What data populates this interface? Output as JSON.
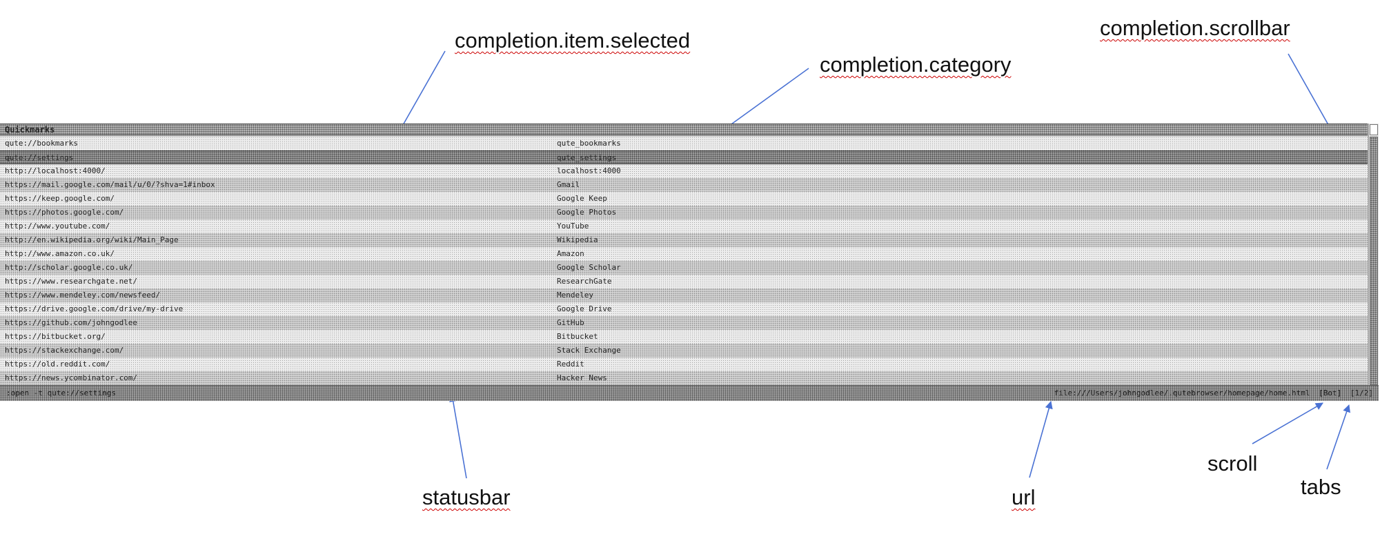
{
  "annotations": {
    "completion_item_selected": "completion.item.selected",
    "completion_category": "completion.category",
    "completion_scrollbar": "completion.scrollbar",
    "statusbar": "statusbar",
    "url": "url",
    "scroll": "scroll",
    "tabs": "tabs",
    "arrow_color": "#4a72d4"
  },
  "completion": {
    "category_title": "Quickmarks",
    "items": [
      {
        "url": "qute://bookmarks",
        "desc": "qute_bookmarks",
        "selected": false
      },
      {
        "url": "qute://settings",
        "desc": "qute_settings",
        "selected": true
      },
      {
        "url": "http://localhost:4000/",
        "desc": "localhost:4000",
        "selected": false
      },
      {
        "url": "https://mail.google.com/mail/u/0/?shva=1#inbox",
        "desc": "Gmail",
        "selected": false
      },
      {
        "url": "https://keep.google.com/",
        "desc": "Google Keep",
        "selected": false
      },
      {
        "url": "https://photos.google.com/",
        "desc": "Google Photos",
        "selected": false
      },
      {
        "url": "http://www.youtube.com/",
        "desc": "YouTube",
        "selected": false
      },
      {
        "url": "http://en.wikipedia.org/wiki/Main_Page",
        "desc": "Wikipedia",
        "selected": false
      },
      {
        "url": "http://www.amazon.co.uk/",
        "desc": "Amazon",
        "selected": false
      },
      {
        "url": "http://scholar.google.co.uk/",
        "desc": "Google Scholar",
        "selected": false
      },
      {
        "url": "https://www.researchgate.net/",
        "desc": "ResearchGate",
        "selected": false
      },
      {
        "url": "https://www.mendeley.com/newsfeed/",
        "desc": "Mendeley",
        "selected": false
      },
      {
        "url": "https://drive.google.com/drive/my-drive",
        "desc": "Google Drive",
        "selected": false
      },
      {
        "url": "https://github.com/johngodlee",
        "desc": "GitHub",
        "selected": false
      },
      {
        "url": "https://bitbucket.org/",
        "desc": "Bitbucket",
        "selected": false
      },
      {
        "url": "https://stackexchange.com/",
        "desc": "Stack Exchange",
        "selected": false
      },
      {
        "url": "https://old.reddit.com/",
        "desc": "Reddit",
        "selected": false
      },
      {
        "url": "https://news.ycombinator.com/",
        "desc": "Hacker News",
        "selected": false
      }
    ]
  },
  "statusbar": {
    "command": ":open -t qute://settings",
    "url": "file:///Users/johngodlee/.qutebrowser/homepage/home.html",
    "scroll": "[Bot]",
    "tabs": "[1/2]"
  }
}
